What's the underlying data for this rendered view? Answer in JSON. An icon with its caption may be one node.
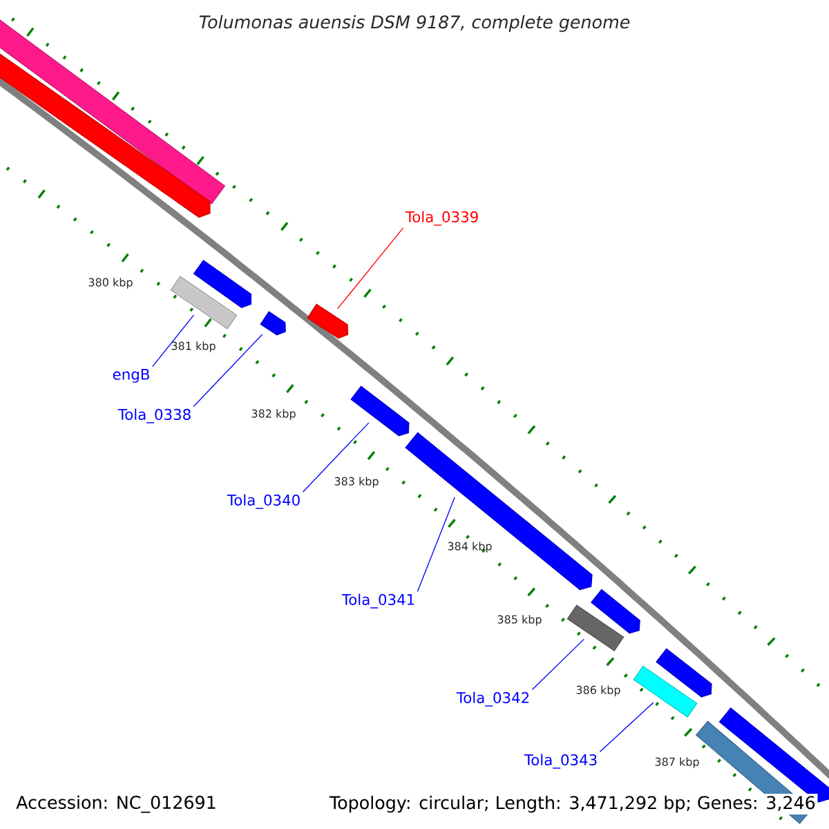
{
  "diagram": {
    "title": "Tolumonas auensis DSM 9187, complete genome",
    "nodes": [
      {
        "text": [],
        "shape": "bar"
      },
      {
        "text": [],
        "shape": "bar"
      },
      {
        "text": [],
        "shape": "bar"
      },
      {
        "text": [],
        "shape": "bar"
      },
      {
        "text": [],
        "shape": "bar"
      },
      {
        "text": [],
        "shape": "bar"
      },
      {
        "text": [],
        "shape": "bar"
      },
      {
        "text": [],
        "shape": "bar"
      },
      {
        "text": [],
        "shape": "bar"
      },
      {
        "text": [],
        "shape": "bar"
      },
      {
        "text": [],
        "shape": "bar"
      },
      {
        "text": [],
        "shape": "bar"
      },
      {
        "text": [],
        "shape": "bar"
      },
      {
        "text": [],
        "shape": "bar"
      },
      {
        "text": [
          "Tola_0339"
        ]
      },
      {
        "text": [
          "engB"
        ]
      },
      {
        "text": [
          "Tola_0338"
        ]
      },
      {
        "text": [
          "Tola_0340"
        ]
      },
      {
        "text": [
          "Tola_0341"
        ]
      },
      {
        "text": [
          "Tola_0342"
        ]
      },
      {
        "text": [
          "Tola_0343"
        ]
      }
    ],
    "edges": [
      {
        "from": 14,
        "to": 5,
        "arrow": "none",
        "color": "#ff0000"
      },
      {
        "from": 15,
        "to": 3,
        "arrow": "none"
      },
      {
        "from": 16,
        "to": 4,
        "arrow": "none"
      },
      {
        "from": 17,
        "to": 6,
        "arrow": "none"
      },
      {
        "from": 18,
        "to": 7,
        "arrow": "none"
      },
      {
        "from": 19,
        "to": 9,
        "arrow": "none"
      },
      {
        "from": 20,
        "to": 11,
        "arrow": "none"
      }
    ],
    "labels": [
      "380 kbp",
      "381 kbp",
      "382 kbp",
      "383 kbp",
      "384 kbp",
      "385 kbp",
      "386 kbp",
      "387 kbp",
      "Accession: NC_012691",
      "Topology: circular; Length: 3,471,292 bp; Genes: 3,246"
    ]
  }
}
